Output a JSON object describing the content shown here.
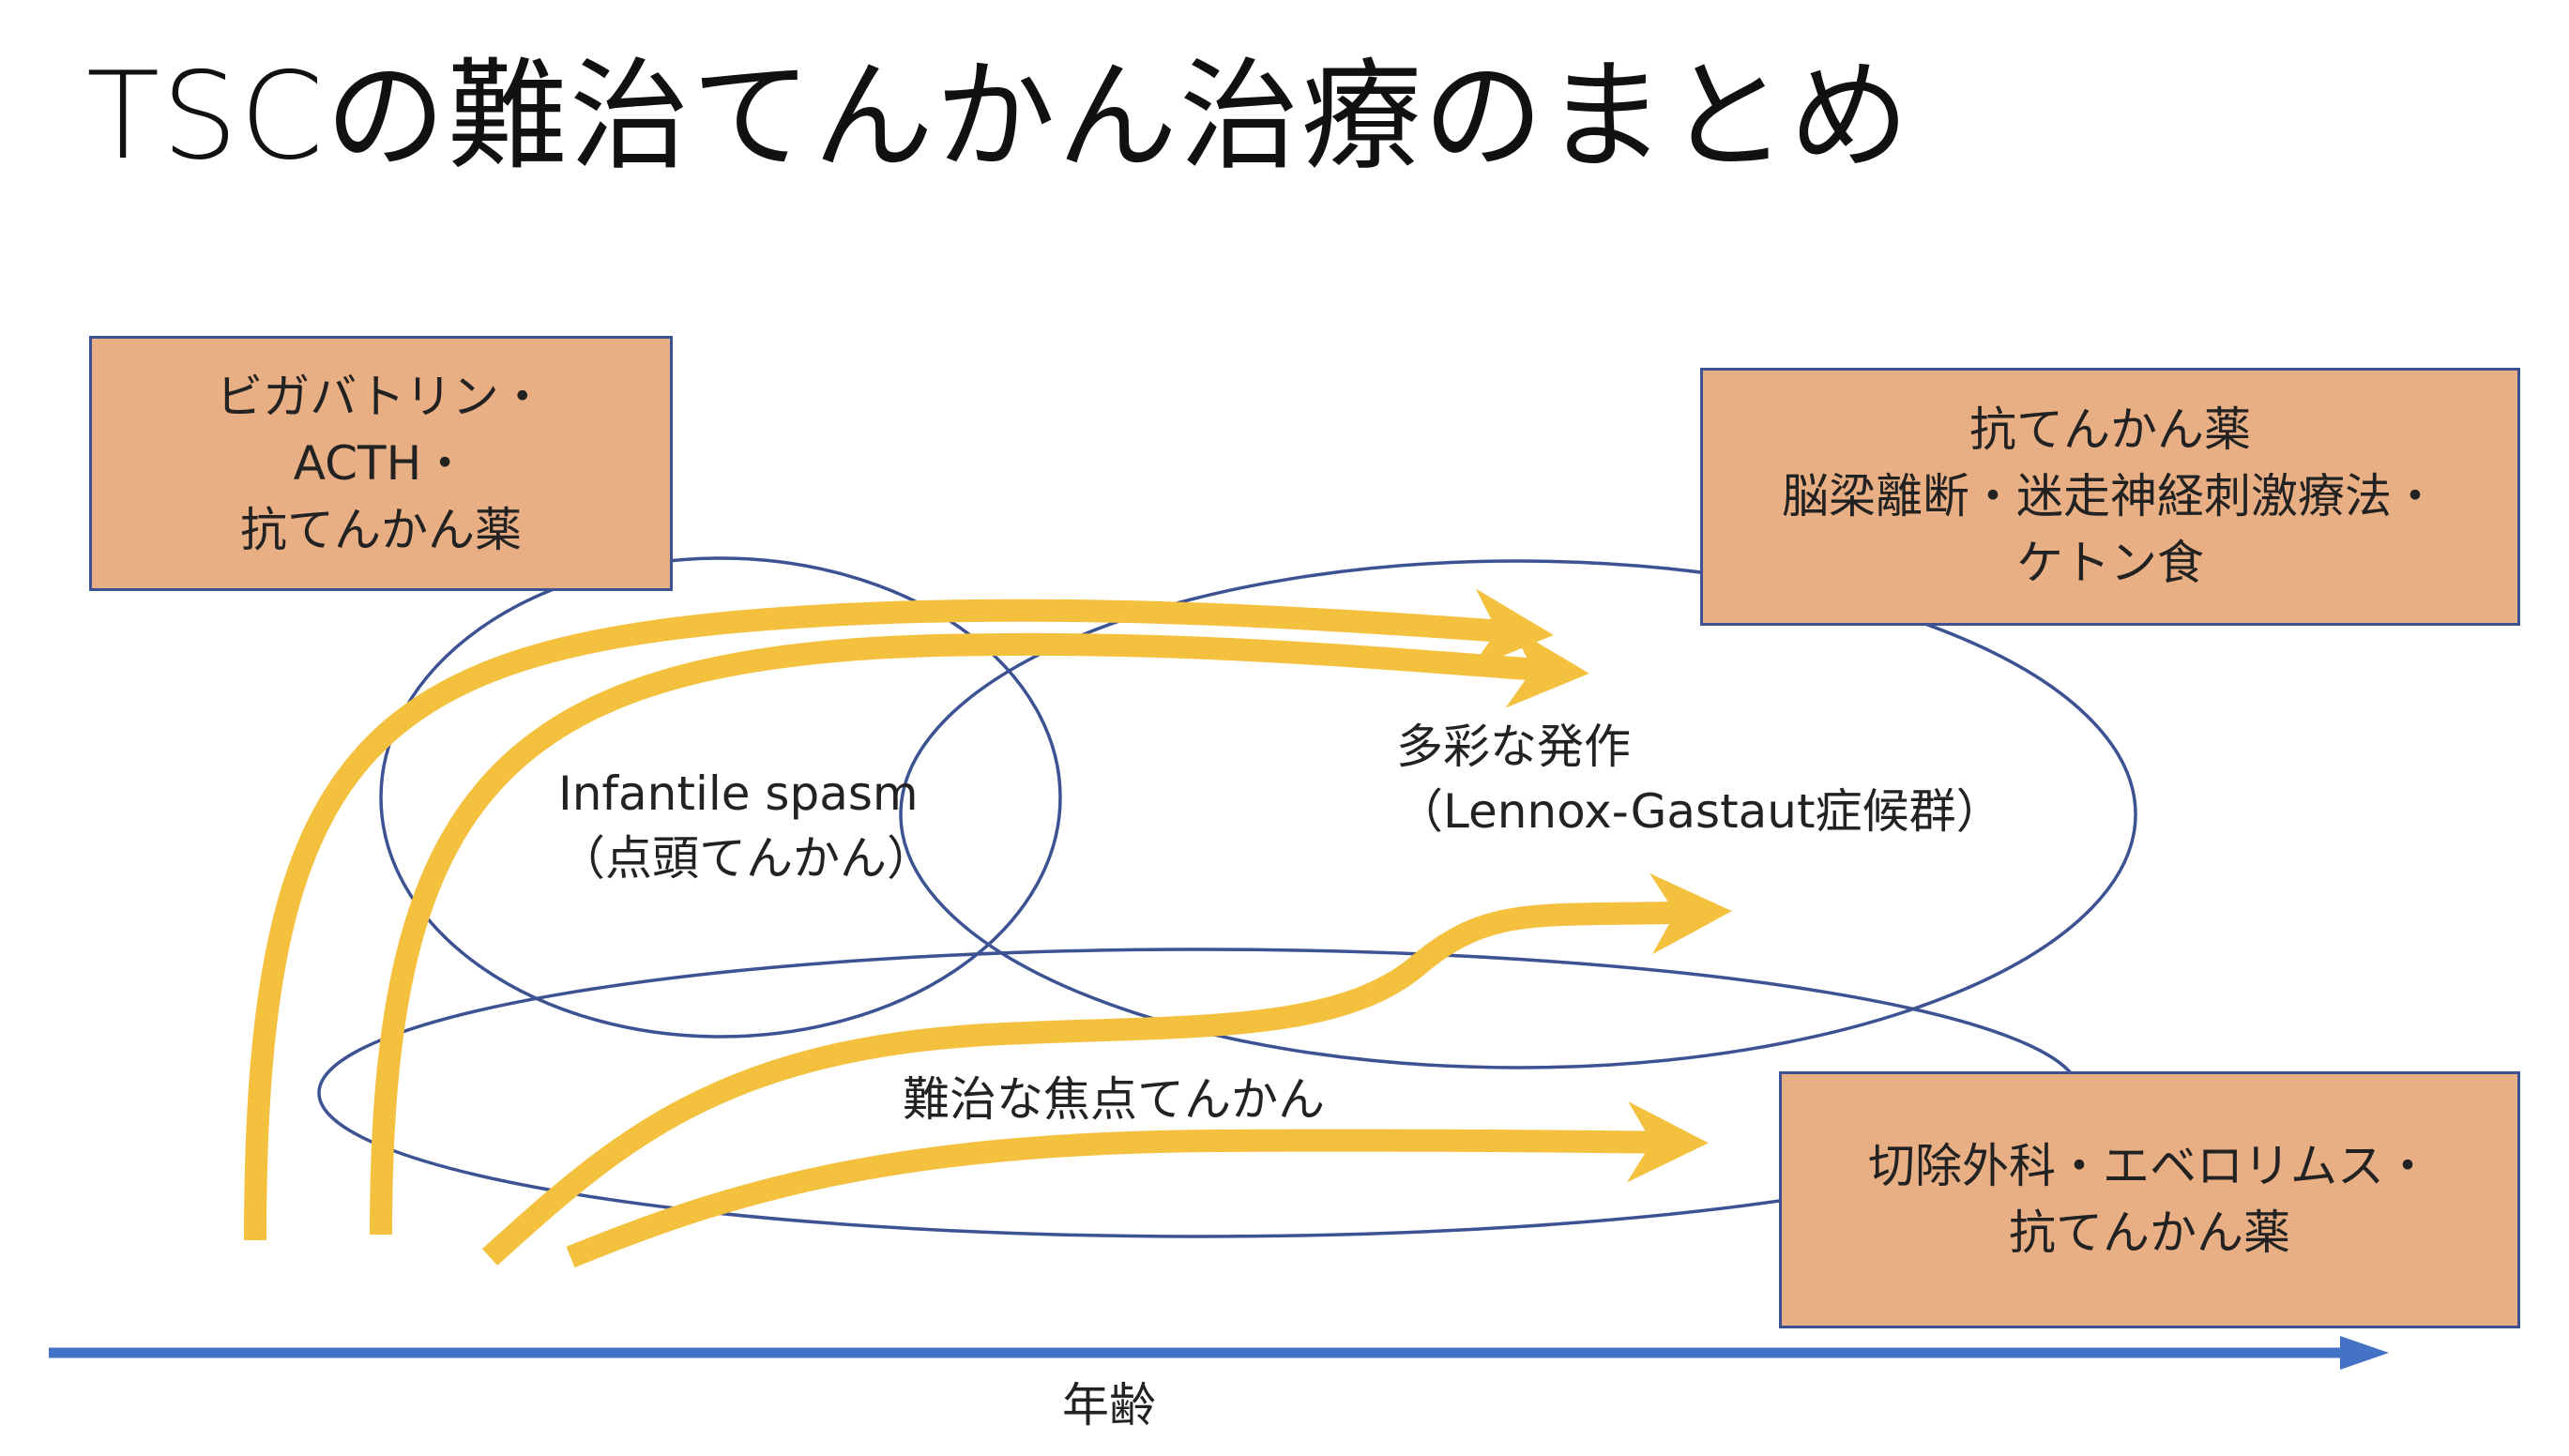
{
  "slide": {
    "title": "TSCの難治てんかん治療のまとめ"
  },
  "boxes": {
    "top_left": [
      "ビガバトリン・",
      "ACTH・",
      "抗てんかん薬"
    ],
    "top_right": [
      "抗てんかん薬",
      "脳梁離断・迷走神経刺激療法・",
      "ケトン食"
    ],
    "bottom_right": [
      "切除外科・エベロリムス・",
      "抗てんかん薬"
    ]
  },
  "regions": {
    "infantile_spasm": [
      "Infantile spasm",
      "（点頭てんかん）"
    ],
    "lennox_gastaut": [
      "多彩な発作",
      "（Lennox-Gastaut症候群）"
    ],
    "focal_epilepsy": "難治な焦点てんかん"
  },
  "axis": {
    "label": "年齢"
  },
  "colors": {
    "box_fill": "#E8AE84",
    "box_border": "#3C5293",
    "ellipse_stroke": "#3C5293",
    "arrow_yellow": "#F4C13F",
    "axis_blue": "#4472C4"
  }
}
